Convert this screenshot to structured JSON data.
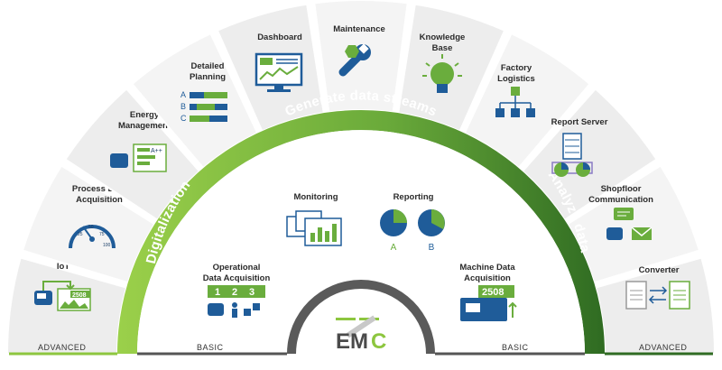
{
  "segments": [
    {
      "id": "iot",
      "lines": [
        "IoT"
      ]
    },
    {
      "id": "pda",
      "lines": [
        "Process Data",
        "Acquisition"
      ]
    },
    {
      "id": "energy",
      "lines": [
        "Energy",
        "Management"
      ]
    },
    {
      "id": "planning",
      "lines": [
        "Detailed",
        "Planning"
      ]
    },
    {
      "id": "dashboard",
      "lines": [
        "Dashboard"
      ]
    },
    {
      "id": "maintenance",
      "lines": [
        "Maintenance"
      ]
    },
    {
      "id": "knowledge",
      "lines": [
        "Knowledge",
        "Base"
      ]
    },
    {
      "id": "logistics",
      "lines": [
        "Factory",
        "Logistics"
      ]
    },
    {
      "id": "report",
      "lines": [
        "Report Server"
      ]
    },
    {
      "id": "shopfloor",
      "lines": [
        "Shopfloor",
        "Communication"
      ]
    },
    {
      "id": "converter",
      "lines": [
        "Converter"
      ]
    }
  ],
  "band": {
    "left": "Digitalization",
    "top": "Generate data streams",
    "right": "Analyze data"
  },
  "inner": {
    "monitoring": "Monitoring",
    "reporting": "Reporting",
    "reporting_a": "A",
    "reporting_b": "B",
    "oda": [
      "Operational",
      "Data Acquisition"
    ],
    "oda_numbers": [
      "1",
      "2",
      "3"
    ],
    "mda": [
      "Machine Data",
      "Acquisition"
    ],
    "mda_counter": "2508"
  },
  "icon_text": {
    "iot_counter": "2508",
    "energy_rating": "A++",
    "planning_rows": [
      "A",
      "B",
      "C"
    ],
    "gauge_ticks": [
      "25",
      "50",
      "75",
      "100"
    ]
  },
  "tiers": {
    "left_outer": "ADVANCED",
    "left_inner": "BASIC",
    "right_inner": "BASIC",
    "right_outer": "ADVANCED"
  },
  "logo": {
    "text_e": "E",
    "text_m": "M",
    "text_c": "C"
  },
  "colors": {
    "band_light": "#8dc63f",
    "band_dark": "#3d7a2c",
    "blue": "#1f5c99",
    "green": "#6aad3d",
    "segment": "#f0f0f0"
  }
}
